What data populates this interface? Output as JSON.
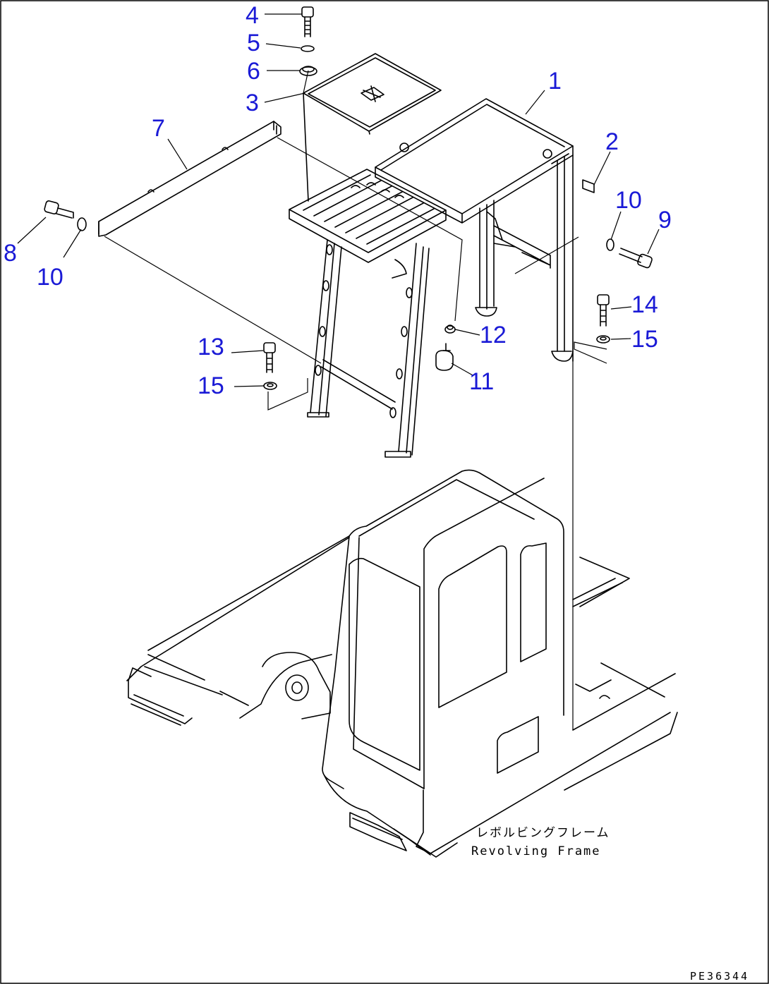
{
  "diagram": {
    "drawing_number": "PE36344",
    "frame_label_jp": "レボルビングフレーム",
    "frame_label_en": "Revolving Frame",
    "callouts": [
      "1",
      "2",
      "3",
      "4",
      "5",
      "6",
      "7",
      "8",
      "9",
      "10",
      "11",
      "12",
      "13",
      "14",
      "15"
    ],
    "labels": {
      "c1": "1",
      "c2": "2",
      "c3": "3",
      "c4": "4",
      "c5": "5",
      "c6": "6",
      "c7": "7",
      "c8": "8",
      "c9": "9",
      "c10a": "10",
      "c10b": "10",
      "c11": "11",
      "c12": "12",
      "c13": "13",
      "c14": "14",
      "c15a": "15",
      "c15b": "15"
    },
    "colors": {
      "callout": "#1a1ad6",
      "line": "#000000",
      "background": "#ffffff"
    }
  }
}
